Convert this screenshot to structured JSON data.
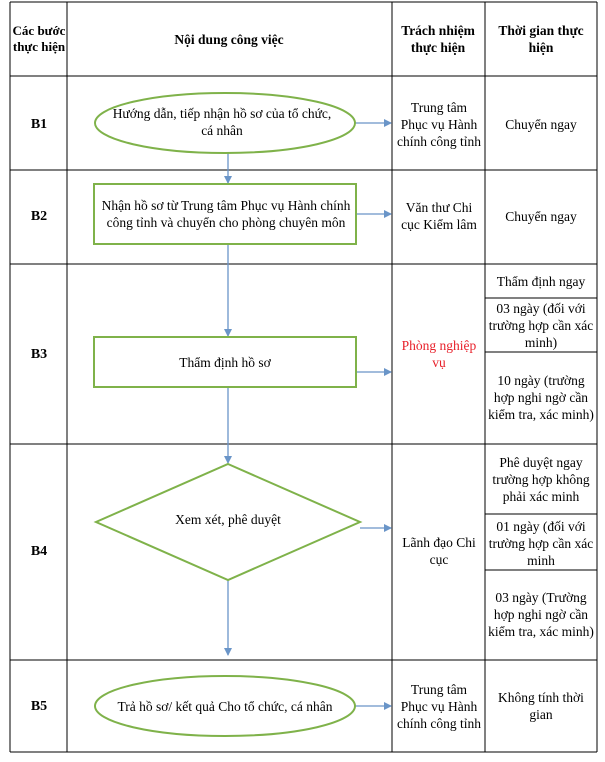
{
  "headers": {
    "step": "Các bước thực hiện",
    "content": "Nội dung công việc",
    "responsibility": "Trách nhiệm thực hiện",
    "time": "Thời gian thực hiện"
  },
  "rows": [
    {
      "step": "B1",
      "shape": "ellipse",
      "node_text": "Hướng dẫn, tiếp nhận hồ sơ của tổ chức, cá nhân",
      "responsibility": "Trung tâm Phục vụ Hành chính công tỉnh",
      "time": [
        "Chuyển ngay"
      ]
    },
    {
      "step": "B2",
      "shape": "rect",
      "node_text": "Nhận hồ sơ từ Trung tâm Phục vụ Hành chính công tỉnh và chuyển cho phòng chuyên môn",
      "responsibility": "Văn thư Chi cục Kiểm lâm",
      "time": [
        "Chuyển ngay"
      ]
    },
    {
      "step": "B3",
      "shape": "rect",
      "node_text": "Thẩm định hồ sơ",
      "responsibility": "Phòng nghiệp vụ",
      "responsibility_color": "#e8202a",
      "time": [
        "Thẩm định ngay",
        "03 ngày (đối với trường hợp cần xác minh)",
        "10 ngày (trường hợp nghi ngờ cần kiểm tra, xác minh)"
      ]
    },
    {
      "step": "B4",
      "shape": "diamond",
      "node_text": "Xem xét, phê duyệt",
      "responsibility": "Lãnh đạo Chi cục",
      "time": [
        "Phê duyệt ngay trường hợp không phải xác minh",
        "01 ngày (đối với trường hợp cần xác minh",
        "03 ngày (Trường hợp nghi ngờ cần kiểm tra, xác minh)"
      ]
    },
    {
      "step": "B5",
      "shape": "ellipse",
      "node_text": "Trả hồ sơ/ kết quả Cho tổ chức, cá nhân",
      "responsibility": "Trung tâm Phục vụ Hành chính công tỉnh",
      "time": [
        "Không tính thời gian"
      ]
    }
  ],
  "colors": {
    "shape_border": "#7fb24a",
    "arrow": "#6a95c8",
    "grid": "#000000"
  }
}
